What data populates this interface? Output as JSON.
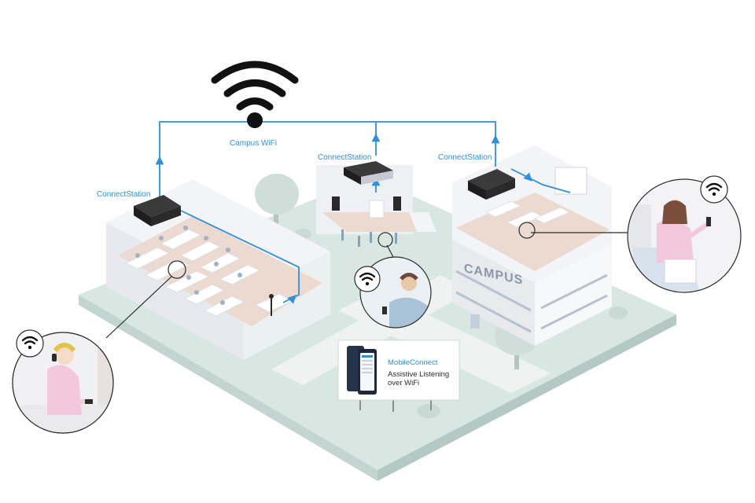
{
  "labels": {
    "wifi_network": "Campus WiFi",
    "station_left": "ConnectStation",
    "station_center": "ConnectStation",
    "station_right": "ConnectStation",
    "building_sign": "CAMPUS"
  },
  "billboard": {
    "app_name": "MobileConnect",
    "tagline": "Assistive Listening over WiFi"
  },
  "icons": [
    "wifi-icon",
    "connect-station-device",
    "smartphone-icon"
  ],
  "colors": {
    "network_line": "#2f8fd8",
    "ground": "#d9e7e3",
    "building_wall": "#f3f4f7",
    "floor_warm": "#ecd9cf",
    "wifi_black": "#111111"
  }
}
